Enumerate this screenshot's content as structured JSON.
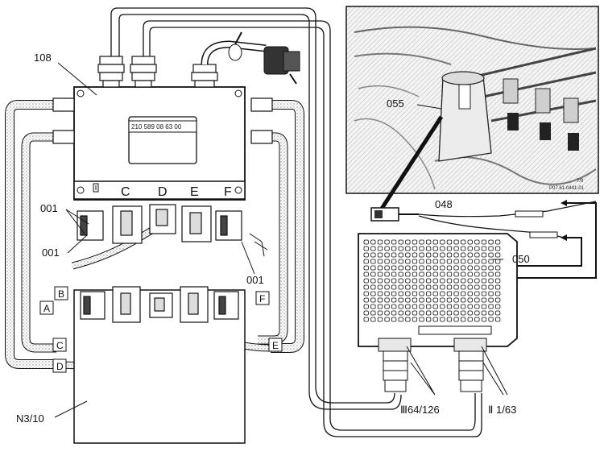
{
  "labels": {
    "n108": "108",
    "n055": "055",
    "n048": "048",
    "n050": "050",
    "n001_a": "001",
    "n001_b": "001",
    "n001_c": "001",
    "n3_10": "N3/10",
    "plug_iii": "Ⅲ64/126",
    "plug_ii": "Ⅱ 1/63",
    "part_number": "210 589 08 63 00",
    "figure_code": "P07.61-0441-01",
    "corner_mark": "7/9"
  },
  "connector_row": [
    "C",
    "D",
    "E",
    "F"
  ],
  "side_tags": {
    "a": "A",
    "b": "B",
    "c": "C",
    "d": "D",
    "e": "E",
    "f": "F"
  }
}
